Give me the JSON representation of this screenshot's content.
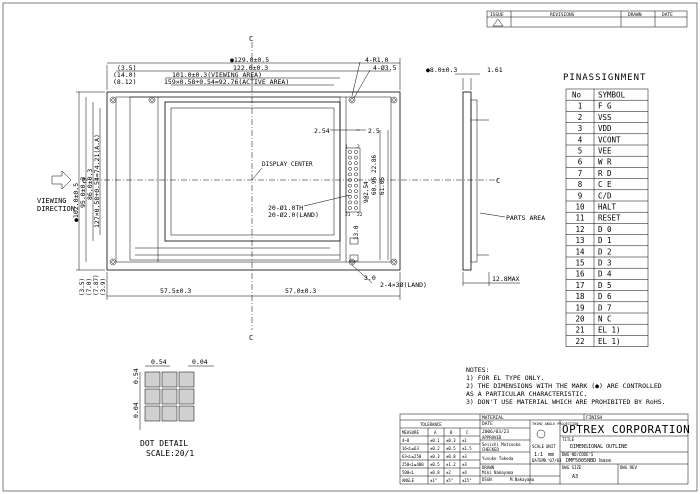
{
  "revision_block": {
    "col_issue": "ISSUE",
    "col_revisions": "REVISIONS",
    "col_drawn": "DRAWN",
    "col_date": "DATE"
  },
  "top_dims": {
    "overall": "●129.0±0.5",
    "bezel": "122.0±0.3",
    "viewing": "101.0±0.3(VIEWING AREA)",
    "active": "159×0.58+0.54=92.76(ACTIVE AREA)",
    "left_a": "(3.5)",
    "left_b": "(14.0)",
    "left_c": "(8.12)",
    "hole_r": "4-R1.0",
    "hole_d": "4-Ø3.5"
  },
  "left_dims": {
    "overall": "●102.0±0.5",
    "bezel": "95.0±0.3",
    "viewing": "86.0±0.3",
    "active": "127×0.58+0.54=74.21(A.A)",
    "bot_a": "(3.5)",
    "bot_b": "(7.0)",
    "bot_c": "(7.87)",
    "bot_d": "(3.9)"
  },
  "center_mark": "C",
  "display_center": "DISPLAY CENTER",
  "pin_dims": {
    "pitch": "2.54",
    "right": "2.5",
    "span": "9@2.54",
    "total": "22.86",
    "w1": "60.96",
    "w2": "61.05",
    "down": "13.0",
    "pin1": "1",
    "pin2": "2",
    "pin21": "21",
    "pin22": "22"
  },
  "holes_note": {
    "l1": "20-Ø1.0TH",
    "l2": "20-Ø2.0(LAND)"
  },
  "land_note": "2-4×3Ø(LAND)",
  "land_dim": "3.0",
  "bottom_dims": {
    "left": "57.5±0.3",
    "right": "57.0±0.3"
  },
  "viewing_direction": {
    "l1": "VIEWING",
    "l2": "DIRECTION"
  },
  "side_view": {
    "thick": "●8.0±0.3",
    "step": "1.61",
    "parts_area": "PARTS AREA",
    "max": "12.8MAX"
  },
  "pin_table": {
    "title": "PINASSIGNMENT",
    "head_no": "No",
    "head_sym": "SYMBOL",
    "rows": [
      [
        "1",
        "F G"
      ],
      [
        "2",
        "VSS"
      ],
      [
        "3",
        "VDD"
      ],
      [
        "4",
        "VCONT"
      ],
      [
        "5",
        "VEE"
      ],
      [
        "6",
        "W R"
      ],
      [
        "7",
        "R D"
      ],
      [
        "8",
        "C E"
      ],
      [
        "9",
        "C/D"
      ],
      [
        "10",
        "HALT"
      ],
      [
        "11",
        "RESET"
      ],
      [
        "12",
        "D 0"
      ],
      [
        "13",
        "D 1"
      ],
      [
        "14",
        "D 2"
      ],
      [
        "15",
        "D 3"
      ],
      [
        "16",
        "D 4"
      ],
      [
        "17",
        "D 5"
      ],
      [
        "18",
        "D 6"
      ],
      [
        "19",
        "D 7"
      ],
      [
        "20",
        "N C"
      ],
      [
        "21",
        "EL 1)"
      ],
      [
        "22",
        "EL 1)"
      ]
    ]
  },
  "dot_detail": {
    "w1": "0.54",
    "w2": "0.04",
    "h1": "0.54",
    "h2": "0.04",
    "title": "DOT DETAIL",
    "scale": "SCALE:20/1"
  },
  "notes": {
    "title": "NOTES:",
    "l1": "1) FOR EL TYPE ONLY.",
    "l2": "2) THE DIMENSIONS WITH THE MARK (●) ARE CONTROLLED",
    "l3": "   AS A PARTICULAR CHARACTERISTIC.",
    "l4": "3) DON'T USE MATERIAL WHICH ARE PROHIBITED BY RoHS."
  },
  "title_block": {
    "material": "MATERIAL",
    "finish": "FINISH",
    "tolerance": "TOLERANCE",
    "measure": "MEASURE",
    "col_a": "A",
    "col_b": "B",
    "col_c": "C",
    "tol_rows": [
      [
        "4~8",
        "±0.1",
        "±0.3",
        "±1"
      ],
      [
        "16<L≤63",
        "±0.2",
        "±0.5",
        "±1.5"
      ],
      [
        "63<L≤250",
        "±0.3",
        "±0.8",
        "±3"
      ],
      [
        "250<L≤400",
        "±0.5",
        "±1.2",
        "±3"
      ],
      [
        "500<L",
        "±0.8",
        "±2",
        "±4"
      ],
      [
        "ANGLE",
        "±1°",
        "±5°",
        "±15°"
      ]
    ],
    "date_label": "DATE",
    "date": "2006/03/23",
    "approved": "APPROVED",
    "approved_by": "Seiichi Matsuoka",
    "checked": "CHECKED",
    "checked_by": "Yusuke Takeda",
    "drawn": "DRAWN",
    "drawn_by": "Miki Nakayama",
    "design": "DSGN",
    "design_by": "M.Nakayama",
    "projection": "THIRD ANGLE PROJECTION",
    "scale": "SCALE",
    "scale_val": "1:1",
    "unit": "UNIT",
    "unit_val": "mm",
    "datemr": "DATEMR",
    "datemr_val": "'07/03",
    "company": "OPTREX CORPORATION",
    "title_label": "TITLE",
    "title": "DIMENSIONAL OUTLINE",
    "dwg_label": "DWG NO/CODE'S",
    "dwg_no": "DMF5005NBD base",
    "dwg_size": "DWG SIZE",
    "size_val": "A3",
    "dwg_rev": "DWG REV"
  }
}
